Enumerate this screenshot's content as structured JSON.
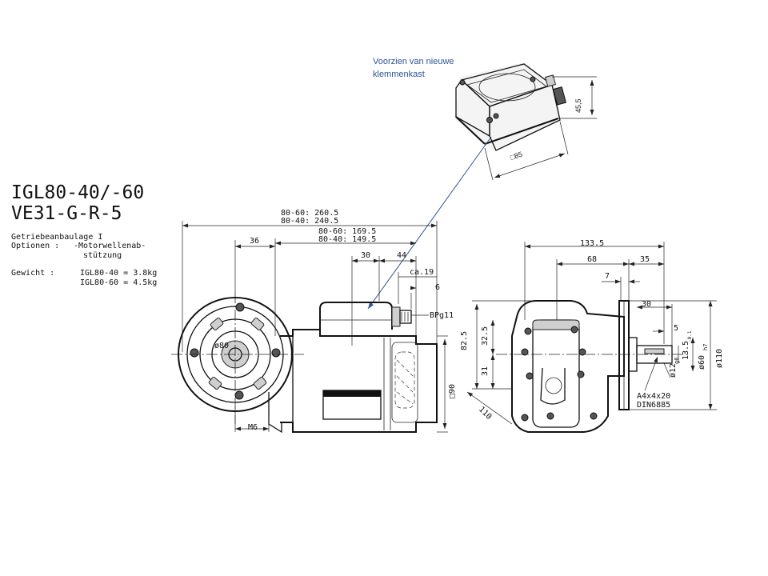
{
  "note": {
    "line1": "Voorzien van nieuwe",
    "line2": "klemmenkast",
    "color": "#2f5496"
  },
  "box_dims": {
    "height": "45,5",
    "square": "□85"
  },
  "title": {
    "line1": "IGL80-40/-60",
    "line2": "VE31-G-R-5"
  },
  "spec": {
    "mount": "Getriebeanbaulage I",
    "options_label": "Optionen :",
    "options_value1": "-Motorwellenab-",
    "options_value2": "stützung",
    "weight_label": "Gewicht   :",
    "weight1": "IGL80-40 = 3.8kg",
    "weight2": "IGL80-60 = 4.5kg"
  },
  "front": {
    "dim_len_a": "80-60: 260.5",
    "dim_len_b": "80-40: 240.5",
    "dim_body_a": "80-60: 169.5",
    "dim_body_b": "80-40: 149.5",
    "d36": "36",
    "d30": "30",
    "d44": "44",
    "ca19": "ca.19",
    "d6": "6",
    "bpg": "BPg11",
    "phi80": "ø80",
    "m6": "M6",
    "sq90": "□90"
  },
  "side": {
    "d133": "133.5",
    "d68": "68",
    "d35": "35",
    "d7": "7",
    "d30": "30",
    "d5": "5",
    "d825": "82.5",
    "d325": "32.5",
    "d31": "31",
    "d110a": "110",
    "d135": "13.5",
    "d135sub": "-0.1",
    "d12": "ø12",
    "d12sub": "g6",
    "d60": "ø60",
    "d60sub": "h7",
    "d110b": "ø110",
    "key": "A4x4x20",
    "din": "DIN6885"
  }
}
